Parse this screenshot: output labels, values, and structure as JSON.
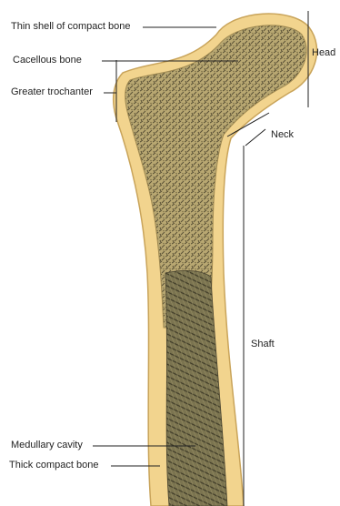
{
  "labels": {
    "thin_shell": "Thin shell of compact bone",
    "cancellous": "Cacellous bone",
    "greater_trochanter": "Greater trochanter",
    "head": "Head",
    "neck": "Neck",
    "shaft": "Shaft",
    "medullary_cavity": "Medullary cavity",
    "thick_compact": "Thick compact bone"
  },
  "colors": {
    "compact_bone": "#f2d48e",
    "compact_edge": "#c9a45a",
    "cancellous": "#b6a56e",
    "cancellous_dark": "#5d5438",
    "medullary": "#6f6a4c",
    "line": "#222222",
    "text": "#222222"
  }
}
